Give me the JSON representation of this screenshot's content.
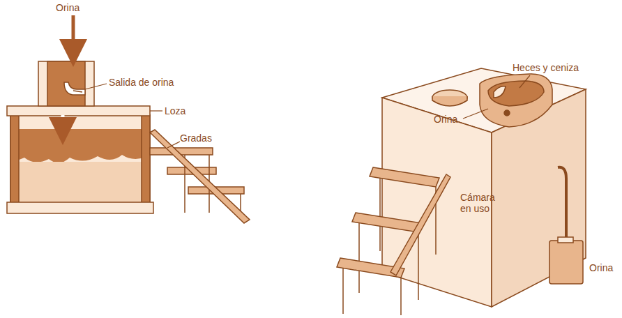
{
  "diagram": {
    "labels": [
      "Orina",
      "Salida de orina",
      "Loza",
      "Gradas",
      "Heces y ceniza",
      "Orina",
      "Cámara en uso",
      "Orina"
    ]
  }
}
